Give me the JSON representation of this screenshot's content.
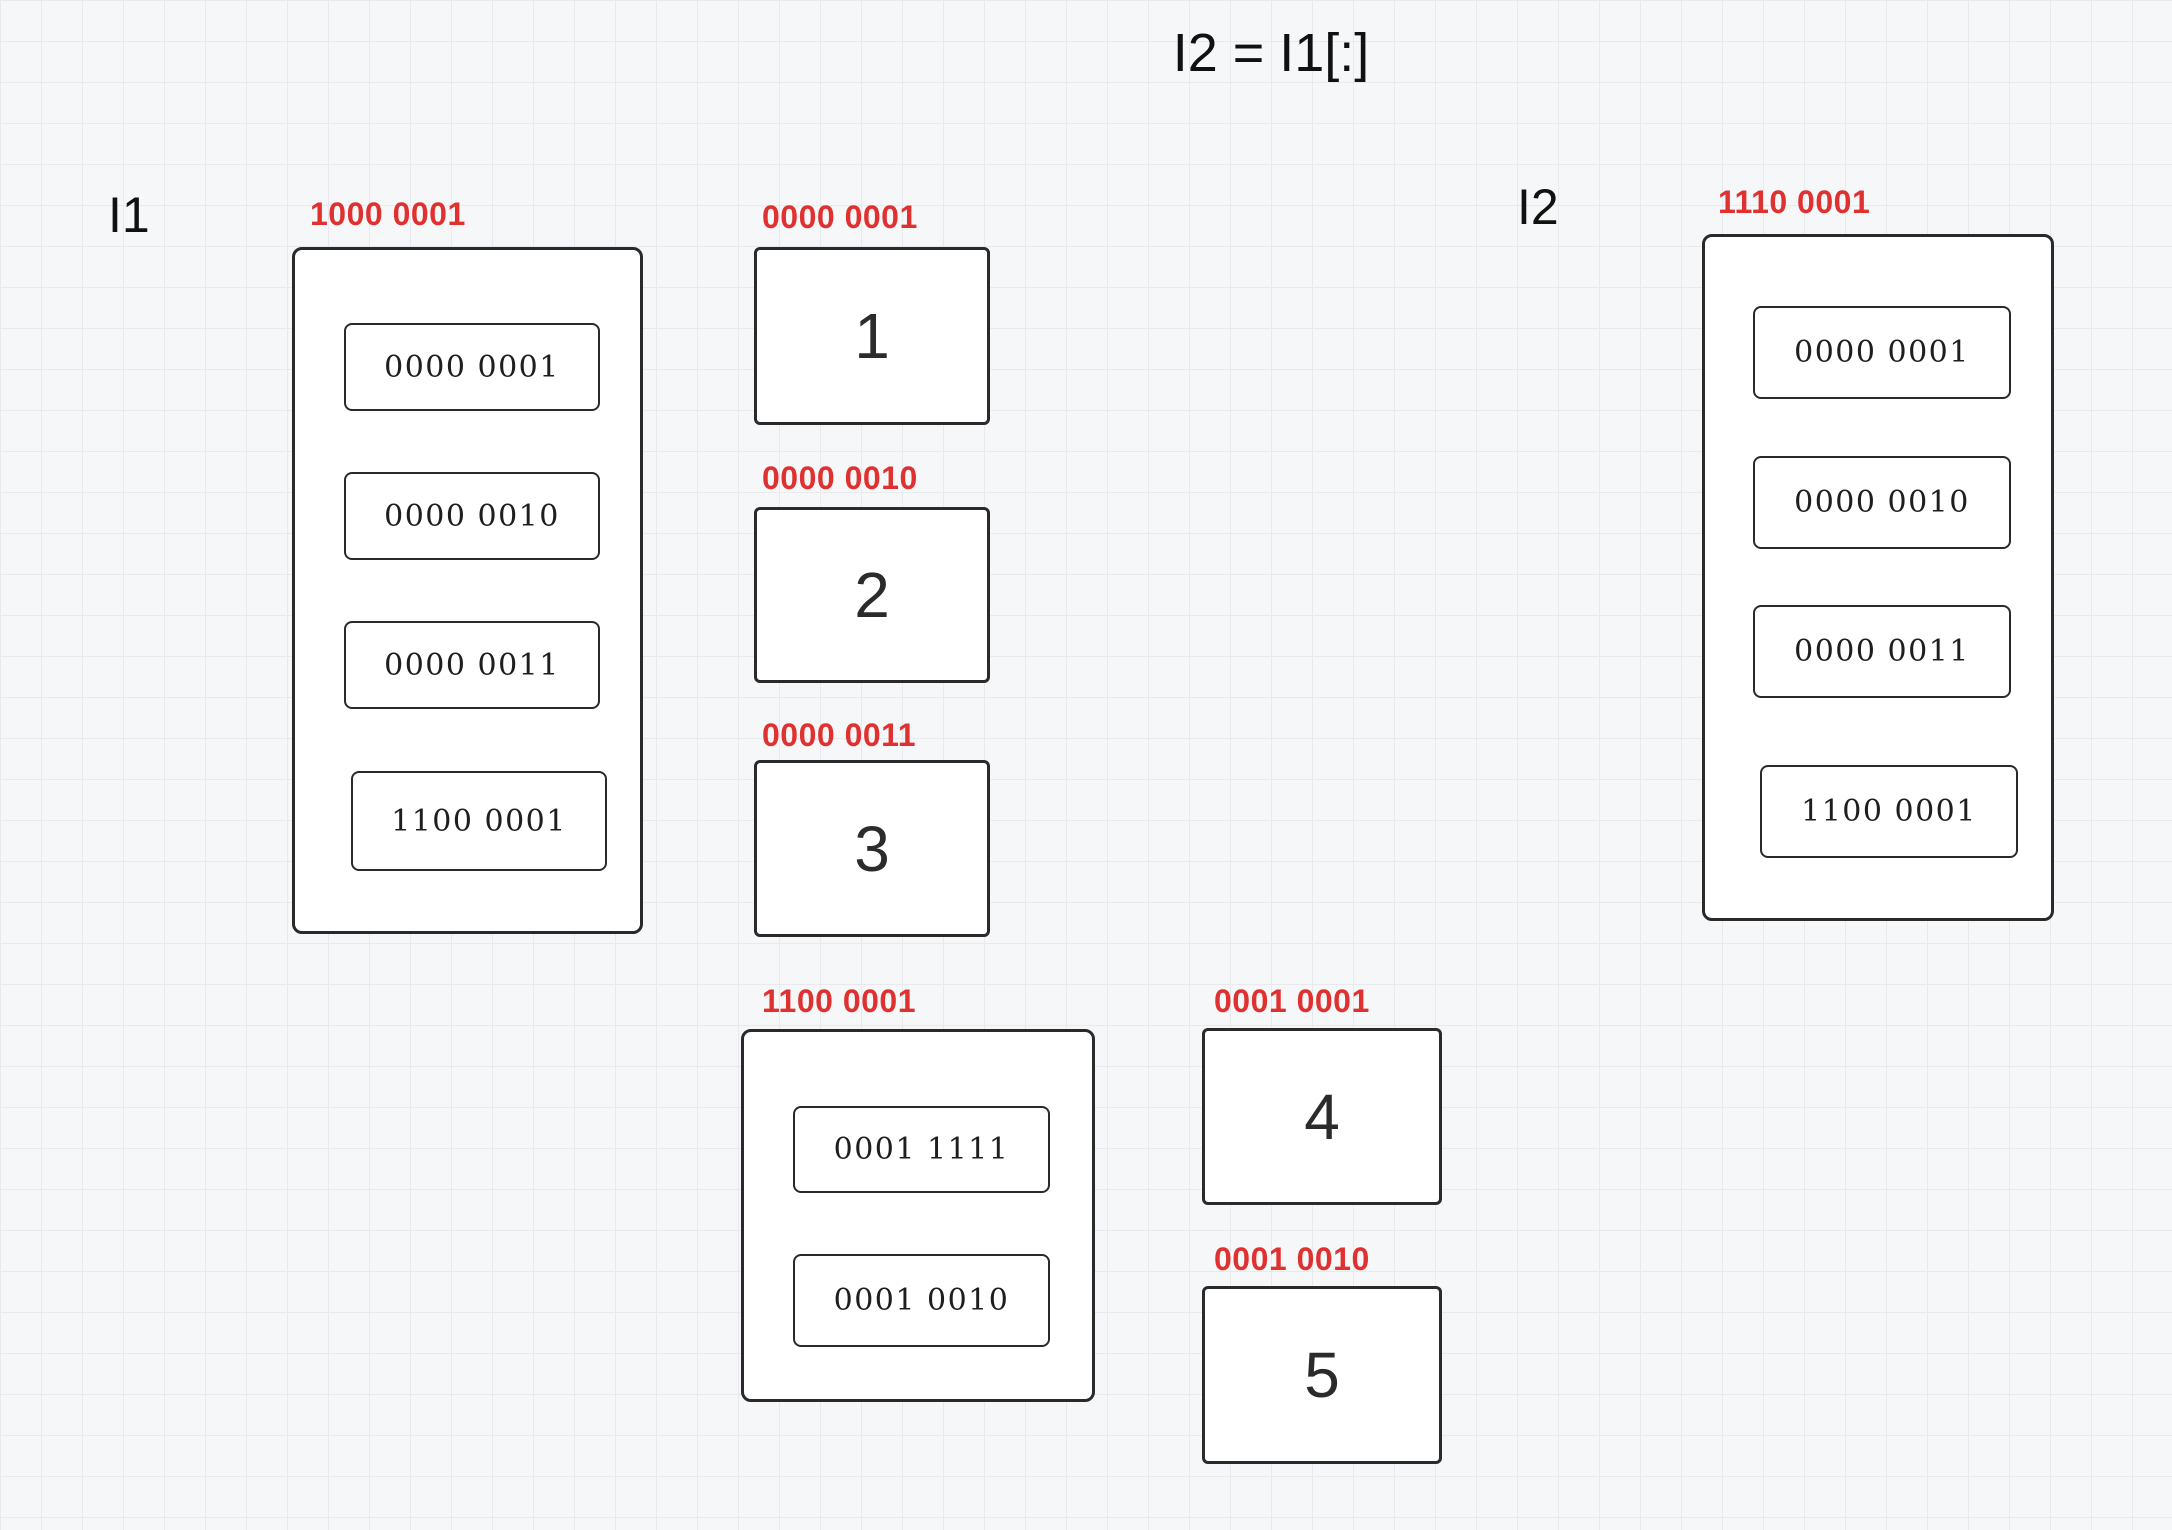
{
  "title": "I2 = I1[:]",
  "colors": {
    "address_red": "#e03131",
    "stroke": "#2a2a2a",
    "canvas_bg": "#f6f7f8",
    "grid_line": "#e8eaed"
  },
  "i1": {
    "label": "I1",
    "address": "1000 0001",
    "cells": [
      "0000 0001",
      "0000 0010",
      "0000 0011",
      "1100 0001"
    ]
  },
  "value_boxes": [
    {
      "address": "0000 0001",
      "value": "1"
    },
    {
      "address": "0000 0010",
      "value": "2"
    },
    {
      "address": "0000 0011",
      "value": "3"
    }
  ],
  "nested_list": {
    "address": "1100 0001",
    "cells": [
      "0001 1111",
      "0001 0010"
    ]
  },
  "nested_value_boxes": [
    {
      "address": "0001 0001",
      "value": "4"
    },
    {
      "address": "0001 0010",
      "value": "5"
    }
  ],
  "i2": {
    "label": "I2",
    "address": "1110 0001",
    "cells": [
      "0000 0001",
      "0000 0010",
      "0000 0011",
      "1100 0001"
    ]
  }
}
